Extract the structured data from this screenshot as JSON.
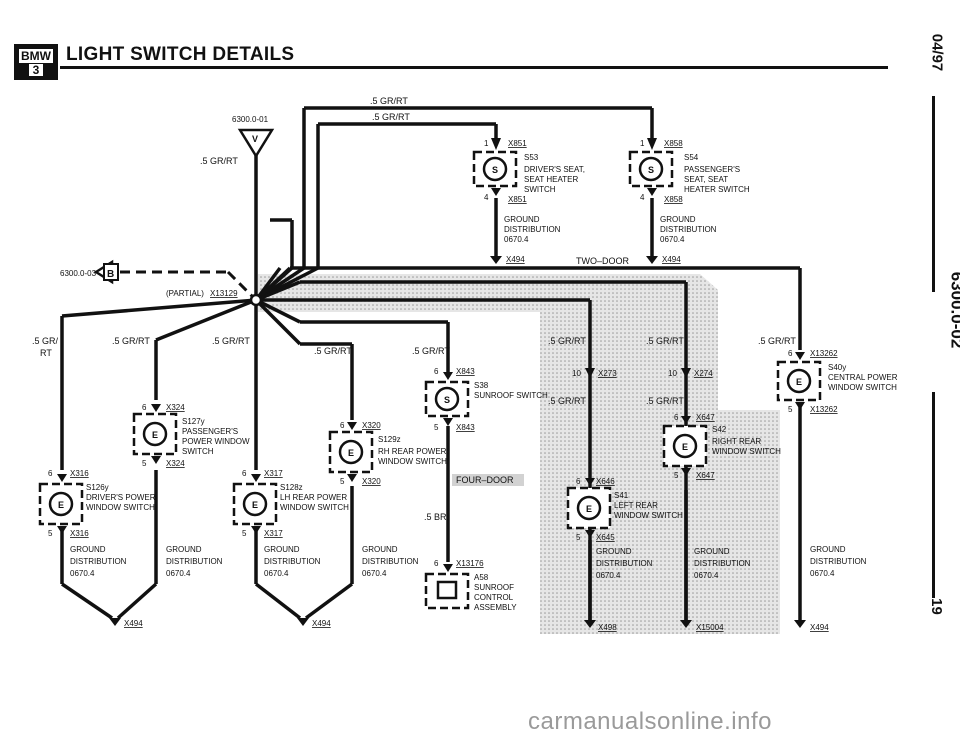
{
  "header": {
    "logo_brand": "BMW",
    "logo_series": "3",
    "title": "LIGHT SWITCH DETAILS"
  },
  "side_labels": {
    "date": "04/97",
    "section": "6300.0-02",
    "page": "19"
  },
  "ref_labels": {
    "top_ref": "6300.0-01",
    "left_ref": "6300.0-03",
    "partial": "(PARTIAL)",
    "splice": "X13129",
    "two_door": "TWO–DOOR",
    "four_door": "FOUR–DOOR"
  },
  "wire_labels": {
    "gr_rt": ".5 GR/RT",
    "gr": ".5 GR/",
    "rt": "RT",
    "br": ".5 BR"
  },
  "components": {
    "s53": {
      "name": "S53",
      "lines": [
        "DRIVER'S SEAT,",
        "SEAT HEATER",
        "SWITCH"
      ],
      "pin_top": "1",
      "pin_bot": "4",
      "conn_top": "X851",
      "conn_bot": "X851"
    },
    "s54": {
      "name": "S54",
      "lines": [
        "PASSENGER'S",
        "SEAT, SEAT",
        "HEATER SWITCH"
      ],
      "pin_top": "1",
      "pin_bot": "4",
      "conn_top": "X858",
      "conn_bot": "X858"
    },
    "s38": {
      "name": "S38",
      "lines": [
        "SUNROOF SWITCH"
      ],
      "pin_top": "6",
      "pin_bot": "5",
      "conn_top": "X843",
      "conn_bot": "X843"
    },
    "s127y": {
      "name": "S127y",
      "lines": [
        "PASSENGER'S",
        "POWER WINDOW",
        "SWITCH"
      ],
      "pin_top": "6",
      "pin_bot": "5",
      "conn_top": "X324",
      "conn_bot": "X324"
    },
    "s129z": {
      "name": "S129z",
      "lines": [
        "RH REAR POWER",
        "WINDOW SWITCH"
      ],
      "pin_top": "6",
      "pin_bot": "5",
      "conn_top": "X320",
      "conn_bot": "X320"
    },
    "s126y": {
      "name": "S126y",
      "lines": [
        "DRIVER'S POWER",
        "WINDOW SWITCH"
      ],
      "pin_top": "6",
      "pin_bot": "5",
      "conn_top": "X316",
      "conn_bot": "X316"
    },
    "s128z": {
      "name": "S128z",
      "lines": [
        "LH REAR POWER",
        "WINDOW SWITCH"
      ],
      "pin_top": "6",
      "pin_bot": "5",
      "conn_top": "X317",
      "conn_bot": "X317"
    },
    "s40y": {
      "name": "S40y",
      "lines": [
        "CENTRAL POWER",
        "WINDOW SWITCH"
      ],
      "pin_top": "6",
      "pin_bot": "5",
      "conn_top": "X13262",
      "conn_bot": "X13262"
    },
    "s42": {
      "name": "S42",
      "lines": [
        "RIGHT REAR",
        "WINDOW SWITCH"
      ],
      "pin_top": "6",
      "pin_bot": "5",
      "conn_top": "X647",
      "conn_bot": "X647"
    },
    "s41": {
      "name": "S41",
      "lines": [
        "LEFT REAR",
        "WINDOW SWITCH"
      ],
      "pin_top": "6",
      "pin_bot": "5",
      "conn_top": "X646",
      "conn_bot": "X645"
    },
    "a58": {
      "name": "A58",
      "lines": [
        "SUNROOF",
        "CONTROL",
        "ASSEMBLY"
      ],
      "pin_top": "6",
      "conn_top": "X13176"
    }
  },
  "connectors": {
    "x273": "X273",
    "x274": "X274",
    "pin10": "10"
  },
  "ground": {
    "lines": [
      "GROUND",
      "DISTRIBUTION",
      "0670.4"
    ]
  },
  "ground_points": {
    "x494": "X494",
    "x498": "X498",
    "x15004": "X15004"
  }
}
